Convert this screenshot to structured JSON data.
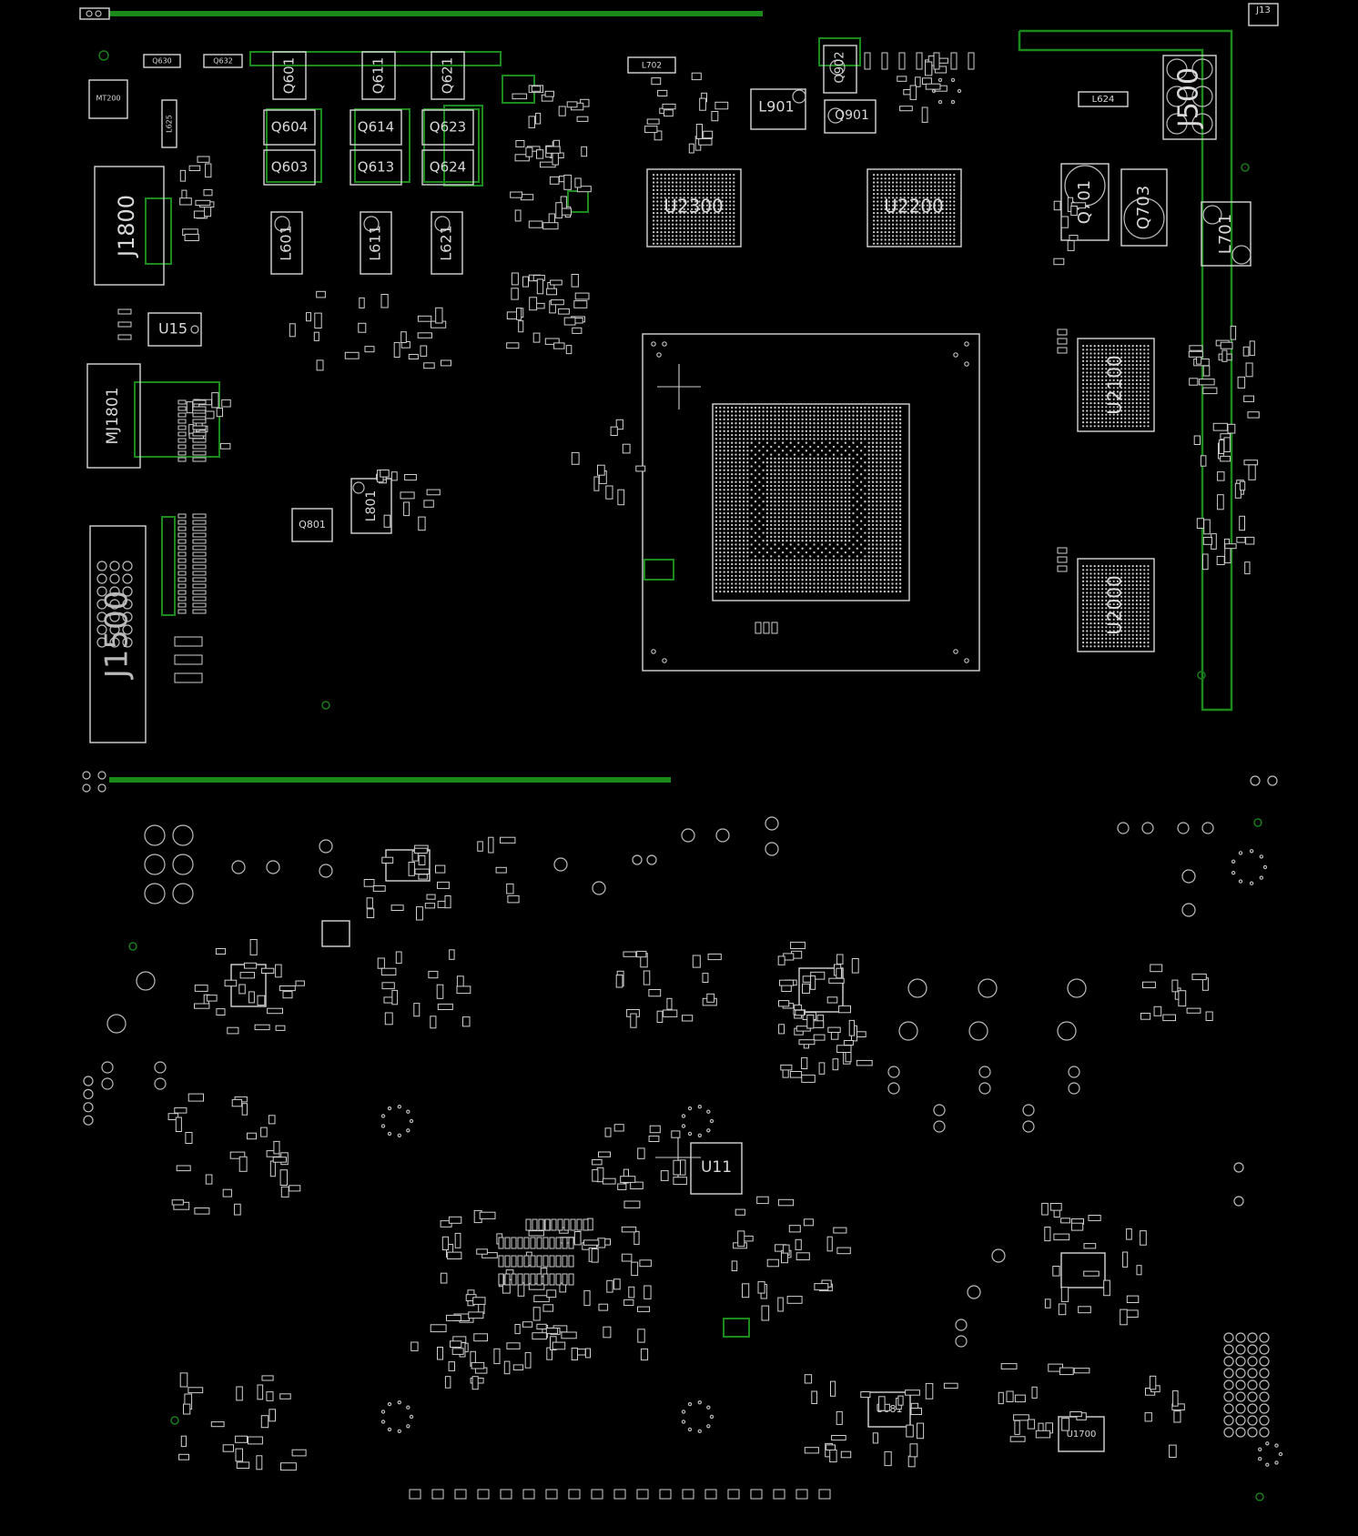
{
  "colors": {
    "background": "#000000",
    "silkscreen": "#d6d6d6",
    "copper_trace": "#1a8a1a"
  },
  "designators": {
    "J13": "J13",
    "J1800": "J1800",
    "MJ1801": "MJ1801",
    "J1500": "J1500",
    "J500": "J500",
    "U15": "U15",
    "U2300": "U2300",
    "U2200": "U2200",
    "U2100": "U2100",
    "U2000": "U2000",
    "U11": "U11",
    "U1700": "U1700",
    "U681": "U681",
    "L901": "L901",
    "L601": "L601",
    "L611": "L611",
    "L621": "L621",
    "L701": "L701",
    "L801": "L801",
    "L625": "L625",
    "L624": "L624",
    "L702": "L702",
    "Q601": "Q601",
    "Q611": "Q611",
    "Q621": "Q621",
    "Q604": "Q604",
    "Q614": "Q614",
    "Q623": "Q623",
    "Q603": "Q603",
    "Q613": "Q613",
    "Q624": "Q624",
    "Q701": "Q701",
    "Q703": "Q703",
    "Q801": "Q801",
    "Q901": "Q901",
    "Q902": "Q902",
    "Q630": "Q630",
    "Q632": "Q632",
    "MT200": "MT200"
  }
}
